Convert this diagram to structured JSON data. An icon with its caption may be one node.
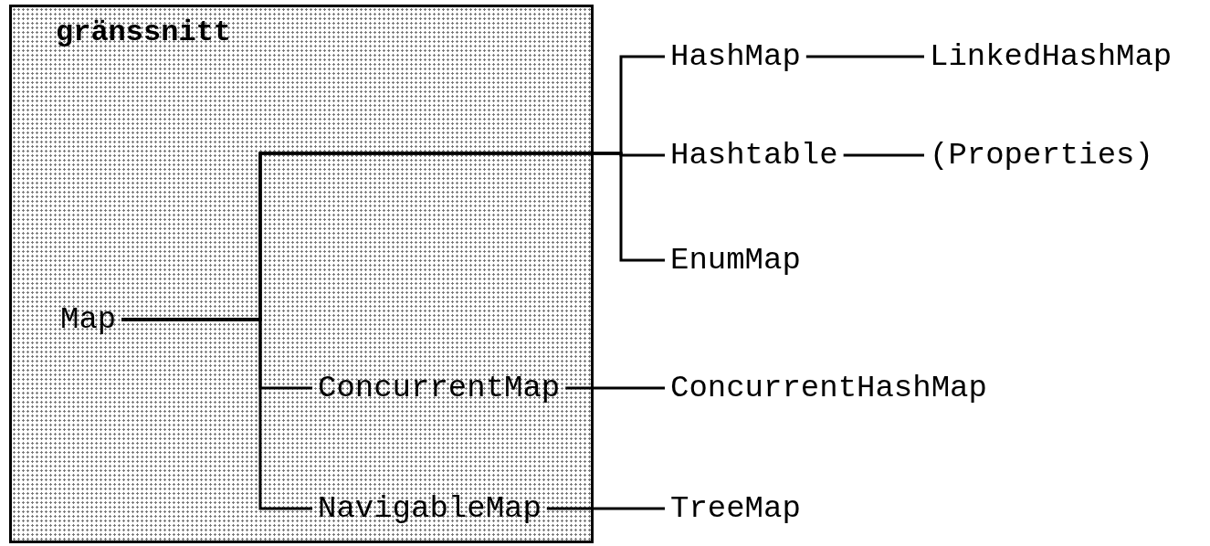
{
  "diagram": {
    "nodes": [
      {
        "text": [
          "gränssnitt"
        ]
      },
      {
        "text": [
          "Map"
        ],
        "in": 0
      },
      {
        "text": [
          "ConcurrentMap"
        ],
        "in": 0
      },
      {
        "text": [
          "NavigableMap"
        ],
        "in": 0
      },
      {
        "text": [
          "HashMap"
        ]
      },
      {
        "text": [
          "LinkedHashMap"
        ]
      },
      {
        "text": [
          "Hashtable"
        ]
      },
      {
        "text": [
          "(Properties)"
        ]
      },
      {
        "text": [
          "EnumMap"
        ]
      },
      {
        "text": [
          "ConcurrentHashMap"
        ]
      },
      {
        "text": [
          "TreeMap"
        ]
      }
    ],
    "edges": [
      {
        "from": 1,
        "to": 4,
        "arrow": "none"
      },
      {
        "from": 1,
        "to": 6,
        "arrow": "none"
      },
      {
        "from": 1,
        "to": 8,
        "arrow": "none"
      },
      {
        "from": 1,
        "to": 2,
        "arrow": "none"
      },
      {
        "from": 1,
        "to": 3,
        "arrow": "none"
      },
      {
        "from": 4,
        "to": 5,
        "arrow": "none"
      },
      {
        "from": 6,
        "to": 7,
        "arrow": "none"
      },
      {
        "from": 2,
        "to": 9,
        "arrow": "none"
      },
      {
        "from": 3,
        "to": 10,
        "arrow": "none"
      }
    ]
  }
}
